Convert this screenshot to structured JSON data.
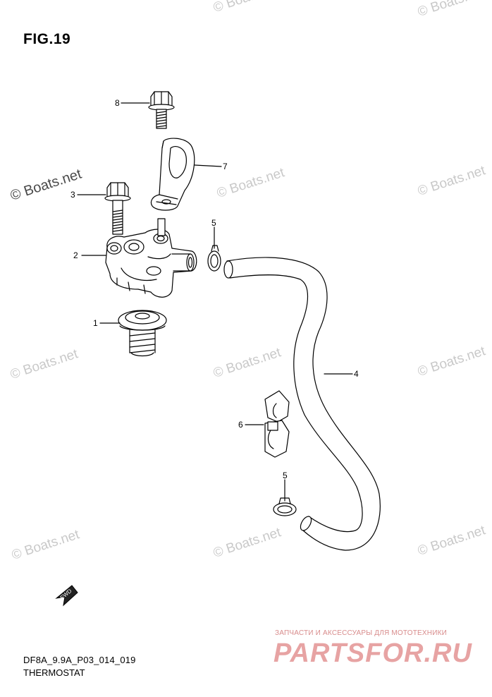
{
  "figure": {
    "title": "FIG.19"
  },
  "parts": [
    {
      "ref": "1"
    },
    {
      "ref": "2"
    },
    {
      "ref": "3"
    },
    {
      "ref": "4"
    },
    {
      "ref": "5"
    },
    {
      "ref": "5"
    },
    {
      "ref": "6"
    },
    {
      "ref": "7"
    },
    {
      "ref": "8"
    }
  ],
  "direction_arrow": {
    "label": "FWD"
  },
  "footer": {
    "code": "DF8A_9.9A_P03_014_019",
    "name": "THERMOSTAT"
  },
  "watermarks": {
    "main": "© Boats.net",
    "repeat": "© Boats.net"
  },
  "brand": {
    "tagline": "ЗАПЧАСТИ И АКСЕССУАРЫ ДЛЯ МОТОТЕХНИКИ",
    "logo": "PARTSFOR.RU"
  },
  "colors": {
    "line": "#000000",
    "watermark": "#c9c9c9",
    "brand": "#e7a3a3"
  }
}
